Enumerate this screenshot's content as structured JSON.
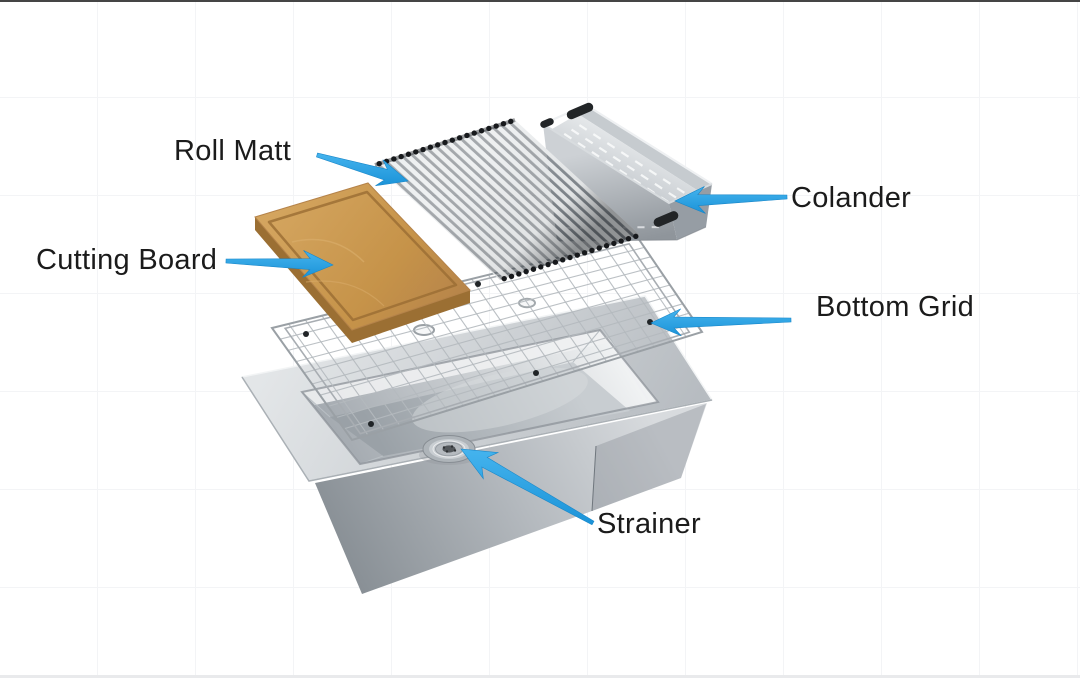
{
  "labels": {
    "roll_matt": "Roll Matt",
    "colander": "Colander",
    "cutting_board": "Cutting Board",
    "bottom_grid": "Bottom Grid",
    "strainer": "Strainer"
  },
  "colors": {
    "arrow": "#2aa6e7",
    "arrow_gradient_top": "#45b4ee",
    "arrow_gradient_bottom": "#1b93d8",
    "label_text": "#1b1b1b",
    "wood_board": "#c79753",
    "stainless_light": "#dfe2e4",
    "stainless_dark": "#8f969c",
    "rod_cap_black": "#17191c",
    "background": "#ffffff"
  }
}
